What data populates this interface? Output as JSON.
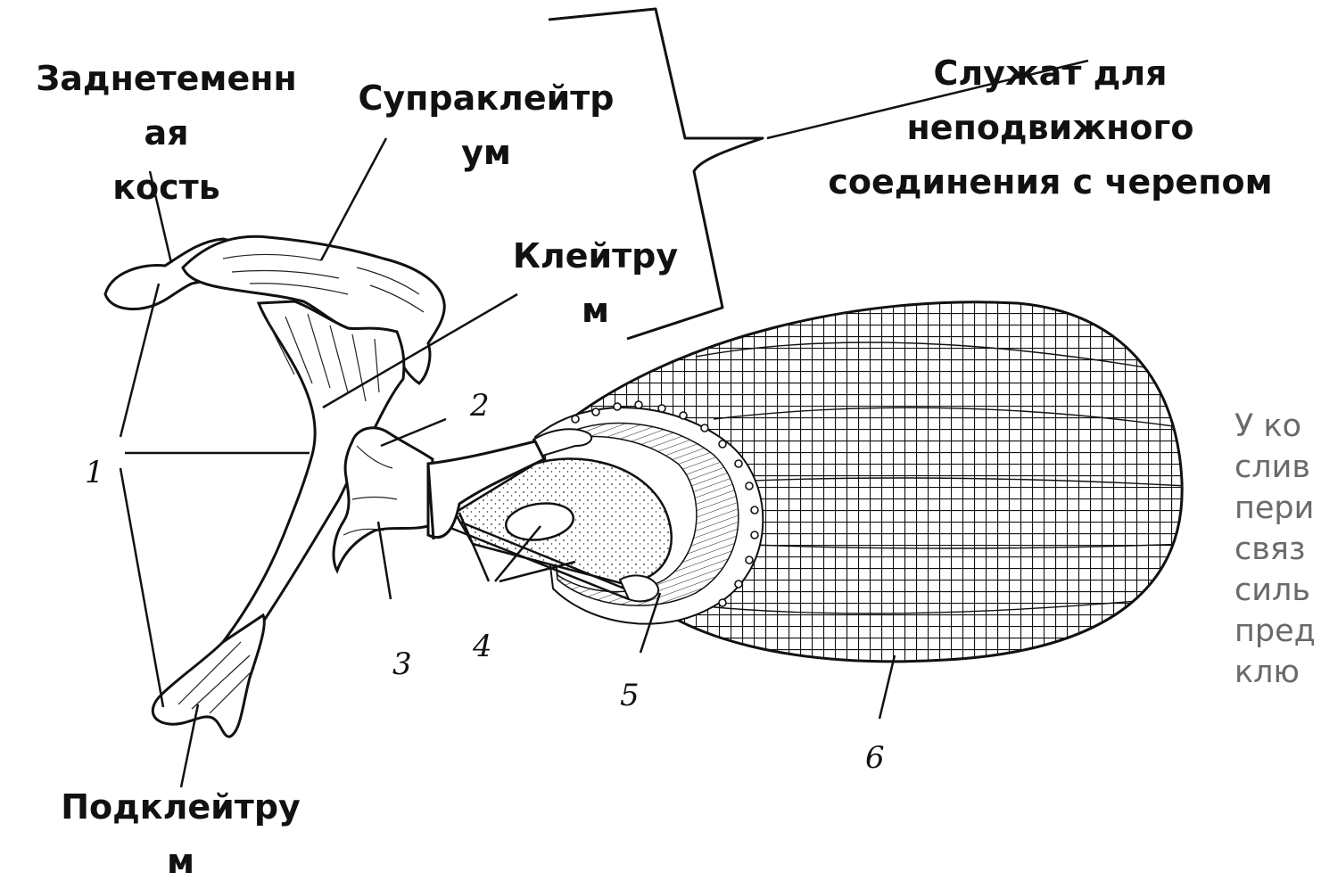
{
  "labels": {
    "postparietal": "Заднетеменн\nая\nкость",
    "supracleithrum": "Супраклейтр\nум",
    "cleithrum": "Клейтру\nм",
    "subcleithrum": "Подклейтру\nм",
    "function_note": "Служат для\nнеподвижного\nсоединения с черепом"
  },
  "numbers": {
    "n1": "1",
    "n2": "2",
    "n3": "3",
    "n4": "4",
    "n5": "5",
    "n6": "6"
  },
  "side_text_lines": [
    "У ко",
    "слив",
    "пери",
    "связ",
    "силь",
    "пред",
    "клю"
  ],
  "colors": {
    "ink": "#111111",
    "side_text": "#6a6a6a",
    "background": "#ffffff"
  }
}
